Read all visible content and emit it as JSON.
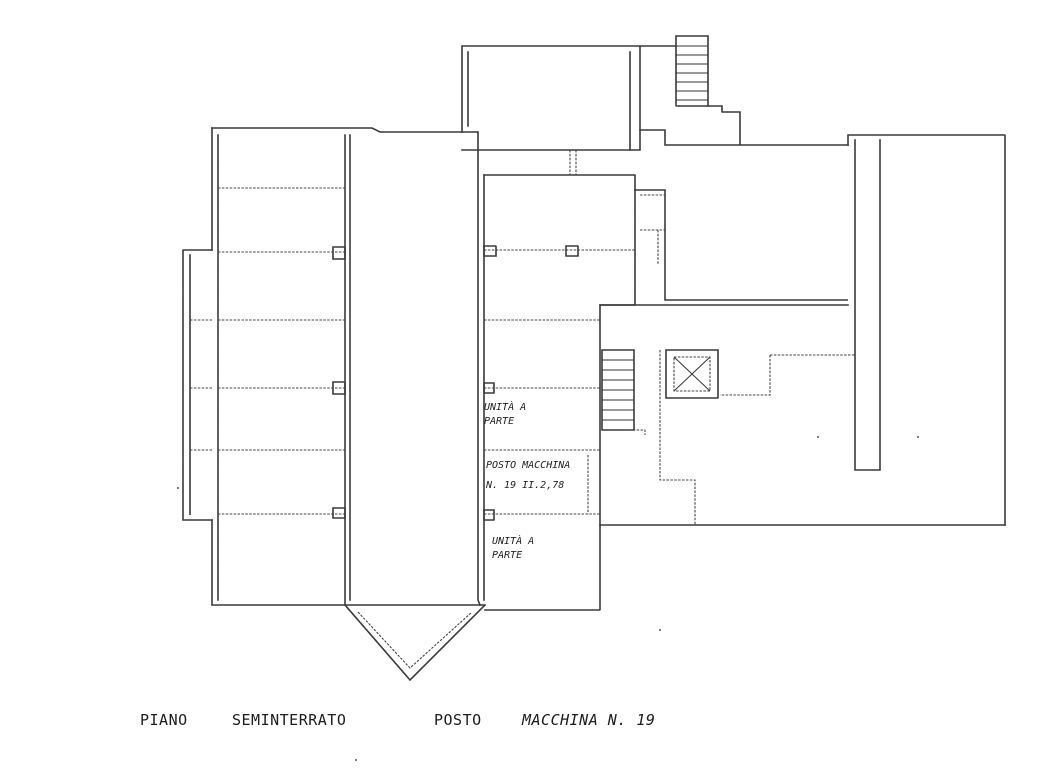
{
  "plan": {
    "labels": {
      "unit_a_top_line1": "UNITÀ A",
      "unit_a_top_line2": "PARTE",
      "posto_line1": "POSTO MACCHINA",
      "posto_line2": "N. 19 II.2,78",
      "unit_a_bottom_line1": "UNITÀ A",
      "unit_a_bottom_line2": "PARTE"
    },
    "caption": {
      "floor": "PIANO",
      "level": "SEMINTERRATO",
      "posto": "POSTO",
      "macchina": "MACCHINA N. 19"
    }
  },
  "colors": {
    "ink": "#3a3a3a",
    "paper": "#ffffff"
  }
}
